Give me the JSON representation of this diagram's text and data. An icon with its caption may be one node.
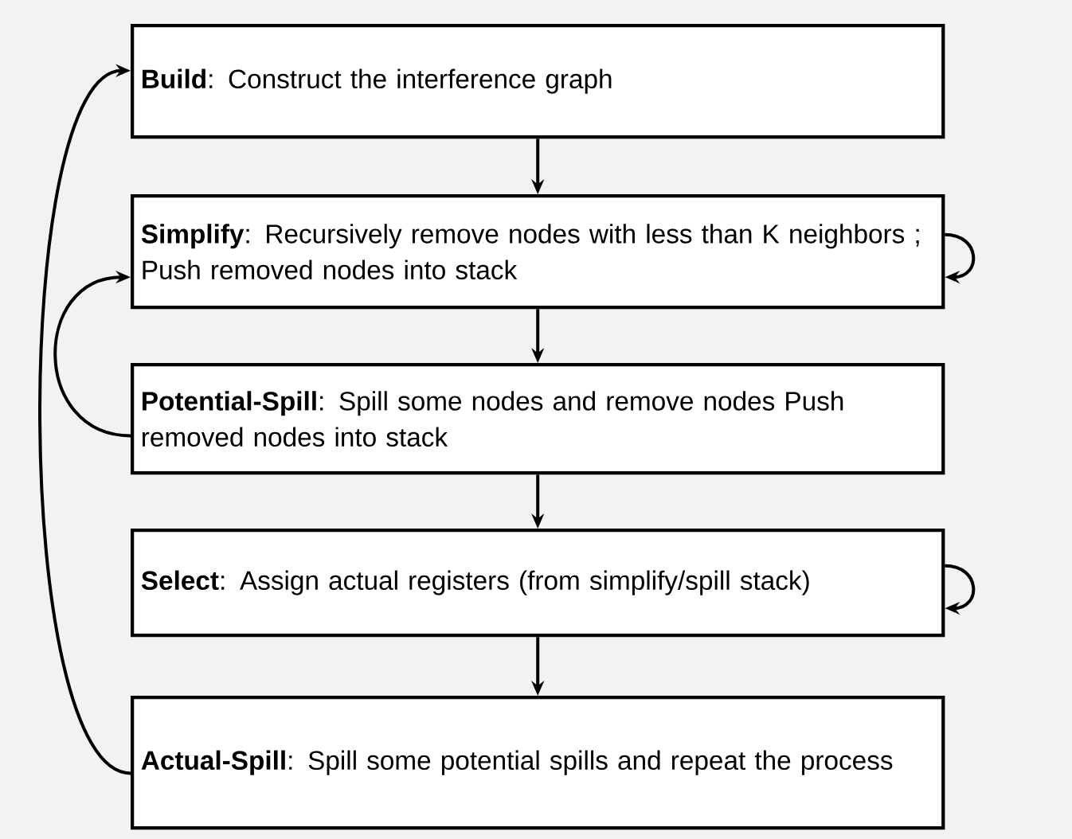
{
  "diagram": {
    "nodes": [
      {
        "text": [
          "**Build**: Construct the interference graph"
        ]
      },
      {
        "text": [
          "**Simplify**: Recursively remove nodes with less than K neighbors ; Push removed nodes into stack"
        ]
      },
      {
        "text": [
          "**Potential-Spill**: Spill some nodes and remove nodes Push removed nodes into stack"
        ]
      },
      {
        "text": [
          "**Select**: Assign actual registers (from simplify/spill stack)"
        ]
      },
      {
        "text": [
          "**Actual-Spill**: Spill some potential spills and repeat the process"
        ]
      }
    ],
    "edges": [
      {
        "from": 0,
        "to": 1,
        "arrow": "to"
      },
      {
        "from": 1,
        "to": 1,
        "arrow": "to"
      },
      {
        "from": 1,
        "to": 2,
        "arrow": "to"
      },
      {
        "from": 2,
        "to": 1,
        "arrow": "to"
      },
      {
        "from": 2,
        "to": 3,
        "arrow": "to"
      },
      {
        "from": 3,
        "to": 3,
        "arrow": "to"
      },
      {
        "from": 3,
        "to": 4,
        "arrow": "to"
      },
      {
        "from": 4,
        "to": 0,
        "arrow": "to"
      }
    ]
  }
}
